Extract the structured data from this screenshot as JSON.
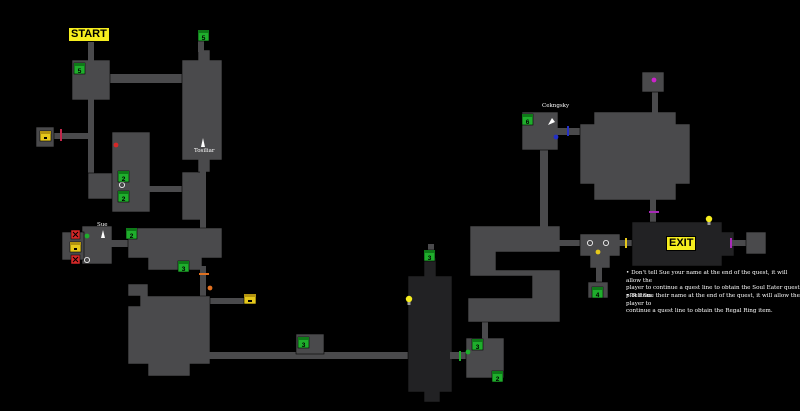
{
  "labels": {
    "start": "START",
    "exit": "EXIT"
  },
  "npcs": {
    "sue": "Sue",
    "tosiliar": "Tosiliar",
    "cekngsky": "Cekngsky"
  },
  "notes": {
    "note1_l1": "• Don't tell Sue your name at the end of the quest, it will allow the",
    "note1_l2": "player to continue a quest line to obtain the Soul Eater quest plot item.",
    "note2_l1": "• Tell Sue their name at the end of the quest, it will allow the player to",
    "note2_l2": "continue a quest line to obtain the Regal Ring item."
  },
  "chests": [
    "5",
    "5",
    "2",
    "2",
    "2",
    "3",
    "3",
    "3",
    "6",
    "3",
    "2",
    "4"
  ],
  "colors": {
    "background": "#000000",
    "room": "#4a4a4c",
    "dark_room": "#232325",
    "highlight": "#f6ee1e",
    "chest_green": "#1fae2c",
    "chest_gold": "#e6c81b",
    "red_x": "#d62828"
  }
}
